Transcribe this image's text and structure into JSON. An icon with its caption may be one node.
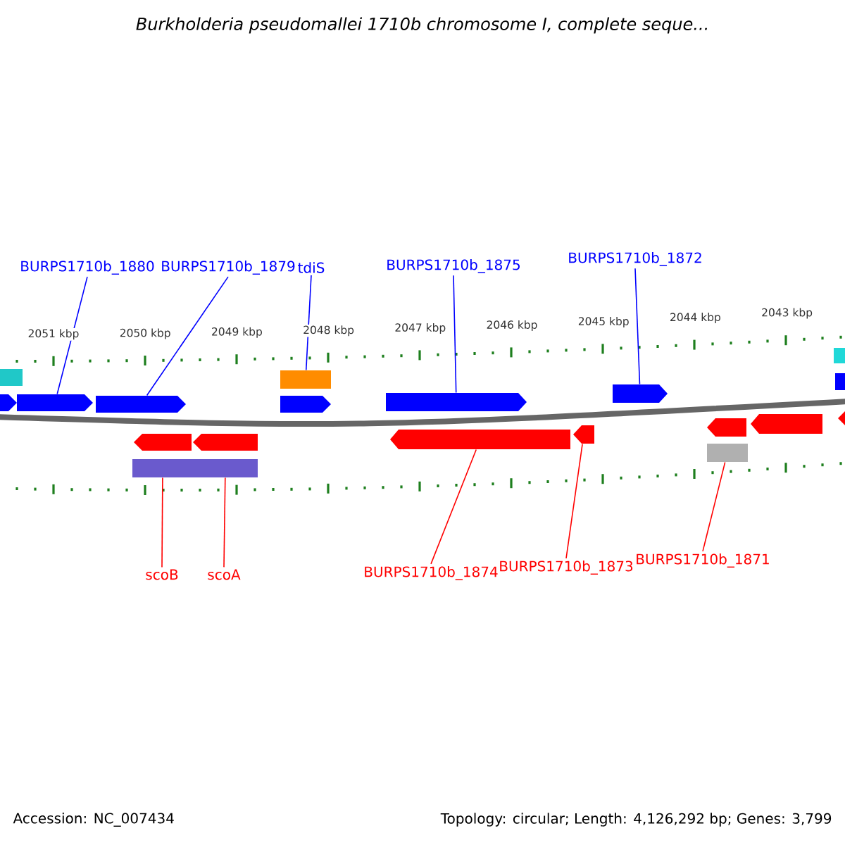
{
  "diagram": {
    "title": "*Burkholderia pseudomallei* 1710b chromosome I, complete seque...",
    "nodes": [
      {
        "text": [
          "BURPS1710b_1880"
        ]
      },
      {
        "text": [
          "BURPS1710b_1879"
        ]
      },
      {
        "text": [
          "tdiS"
        ]
      },
      {
        "text": [
          "BURPS1710b_1875"
        ]
      },
      {
        "text": [
          "BURPS1710b_1872"
        ]
      },
      {
        "text": [
          "scoB"
        ]
      },
      {
        "text": [
          "scoA"
        ]
      },
      {
        "text": [
          "BURPS1710b_1874"
        ]
      },
      {
        "text": [
          "BURPS1710b_1873"
        ]
      },
      {
        "text": [
          "BURPS1710b_1871"
        ]
      },
      {
        "text": [],
        "shape": "box"
      },
      {
        "text": [],
        "shape": "bar"
      },
      {
        "text": [],
        "shape": "bar"
      },
      {
        "text": [],
        "shape": "bar"
      },
      {
        "text": [],
        "shape": "box"
      },
      {
        "text": [],
        "shape": "bar"
      },
      {
        "text": [],
        "shape": "box"
      },
      {
        "text": [],
        "shape": "bar"
      },
      {
        "text": [],
        "shape": "box"
      },
      {
        "text": [],
        "shape": "bar"
      },
      {
        "text": [],
        "shape": "bar"
      },
      {
        "text": [],
        "shape": "bar"
      },
      {
        "text": [],
        "shape": "bar"
      },
      {
        "text": [],
        "shape": "bar"
      },
      {
        "text": [],
        "shape": "box"
      },
      {
        "text": [],
        "shape": "bar"
      },
      {
        "text": [],
        "shape": "bar"
      },
      {
        "text": [],
        "shape": "box"
      },
      {
        "text": [],
        "shape": "box"
      },
      {
        "text": [],
        "shape": "bar"
      }
    ],
    "edges": [
      {
        "from": 0,
        "to": 12,
        "arrow": "none",
        "color": "#0000ff"
      },
      {
        "from": 1,
        "to": 13,
        "arrow": "none",
        "color": "#0000ff"
      },
      {
        "from": 2,
        "to": 18,
        "arrow": "none",
        "color": "#0000ff"
      },
      {
        "from": 3,
        "to": 20,
        "arrow": "none",
        "color": "#0000ff"
      },
      {
        "from": 4,
        "to": 23,
        "arrow": "none",
        "color": "#0000ff"
      },
      {
        "from": 5,
        "to": 14,
        "arrow": "none",
        "color": "#ff0000"
      },
      {
        "from": 6,
        "to": 16,
        "arrow": "none",
        "color": "#ff0000"
      },
      {
        "from": 7,
        "to": 21,
        "arrow": "none",
        "color": "#ff0000"
      },
      {
        "from": 8,
        "to": 22,
        "arrow": "none",
        "color": "#ff0000"
      },
      {
        "from": 9,
        "to": 24,
        "arrow": "none",
        "color": "#ff0000"
      }
    ],
    "labels": [
      "2051 kbp",
      "2050 kbp",
      "2049 kbp",
      "2048 kbp",
      "2047 kbp",
      "2046 kbp",
      "2045 kbp",
      "2044 kbp",
      "2043 kbp",
      "Accession: NC_007434",
      "Topology: circular; Length: 4,126,292 bp; Genes: 3,799"
    ]
  }
}
